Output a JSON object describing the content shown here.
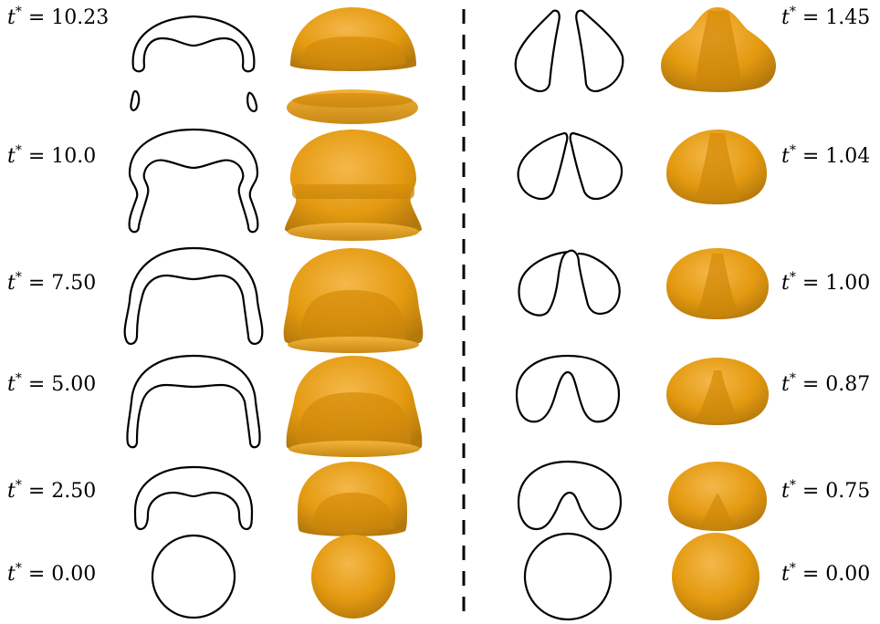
{
  "figure": {
    "left_column": {
      "labels": [
        {
          "var": "t",
          "sup": "*",
          "value": "10.23"
        },
        {
          "var": "t",
          "sup": "*",
          "value": "10.0"
        },
        {
          "var": "t",
          "sup": "*",
          "value": "7.50"
        },
        {
          "var": "t",
          "sup": "*",
          "value": "5.00"
        },
        {
          "var": "t",
          "sup": "*",
          "value": "2.50"
        },
        {
          "var": "t",
          "sup": "*",
          "value": "0.00"
        }
      ]
    },
    "right_column": {
      "labels": [
        {
          "var": "t",
          "sup": "*",
          "value": "1.45"
        },
        {
          "var": "t",
          "sup": "*",
          "value": "1.04"
        },
        {
          "var": "t",
          "sup": "*",
          "value": "1.00"
        },
        {
          "var": "t",
          "sup": "*",
          "value": "0.87"
        },
        {
          "var": "t",
          "sup": "*",
          "value": "0.75"
        },
        {
          "var": "t",
          "sup": "*",
          "value": "0.00"
        }
      ]
    },
    "colors": {
      "drop_light": "#f2b23a",
      "drop_mid": "#e49a10",
      "drop_dark": "#b4780c",
      "outline": "#000000"
    }
  }
}
